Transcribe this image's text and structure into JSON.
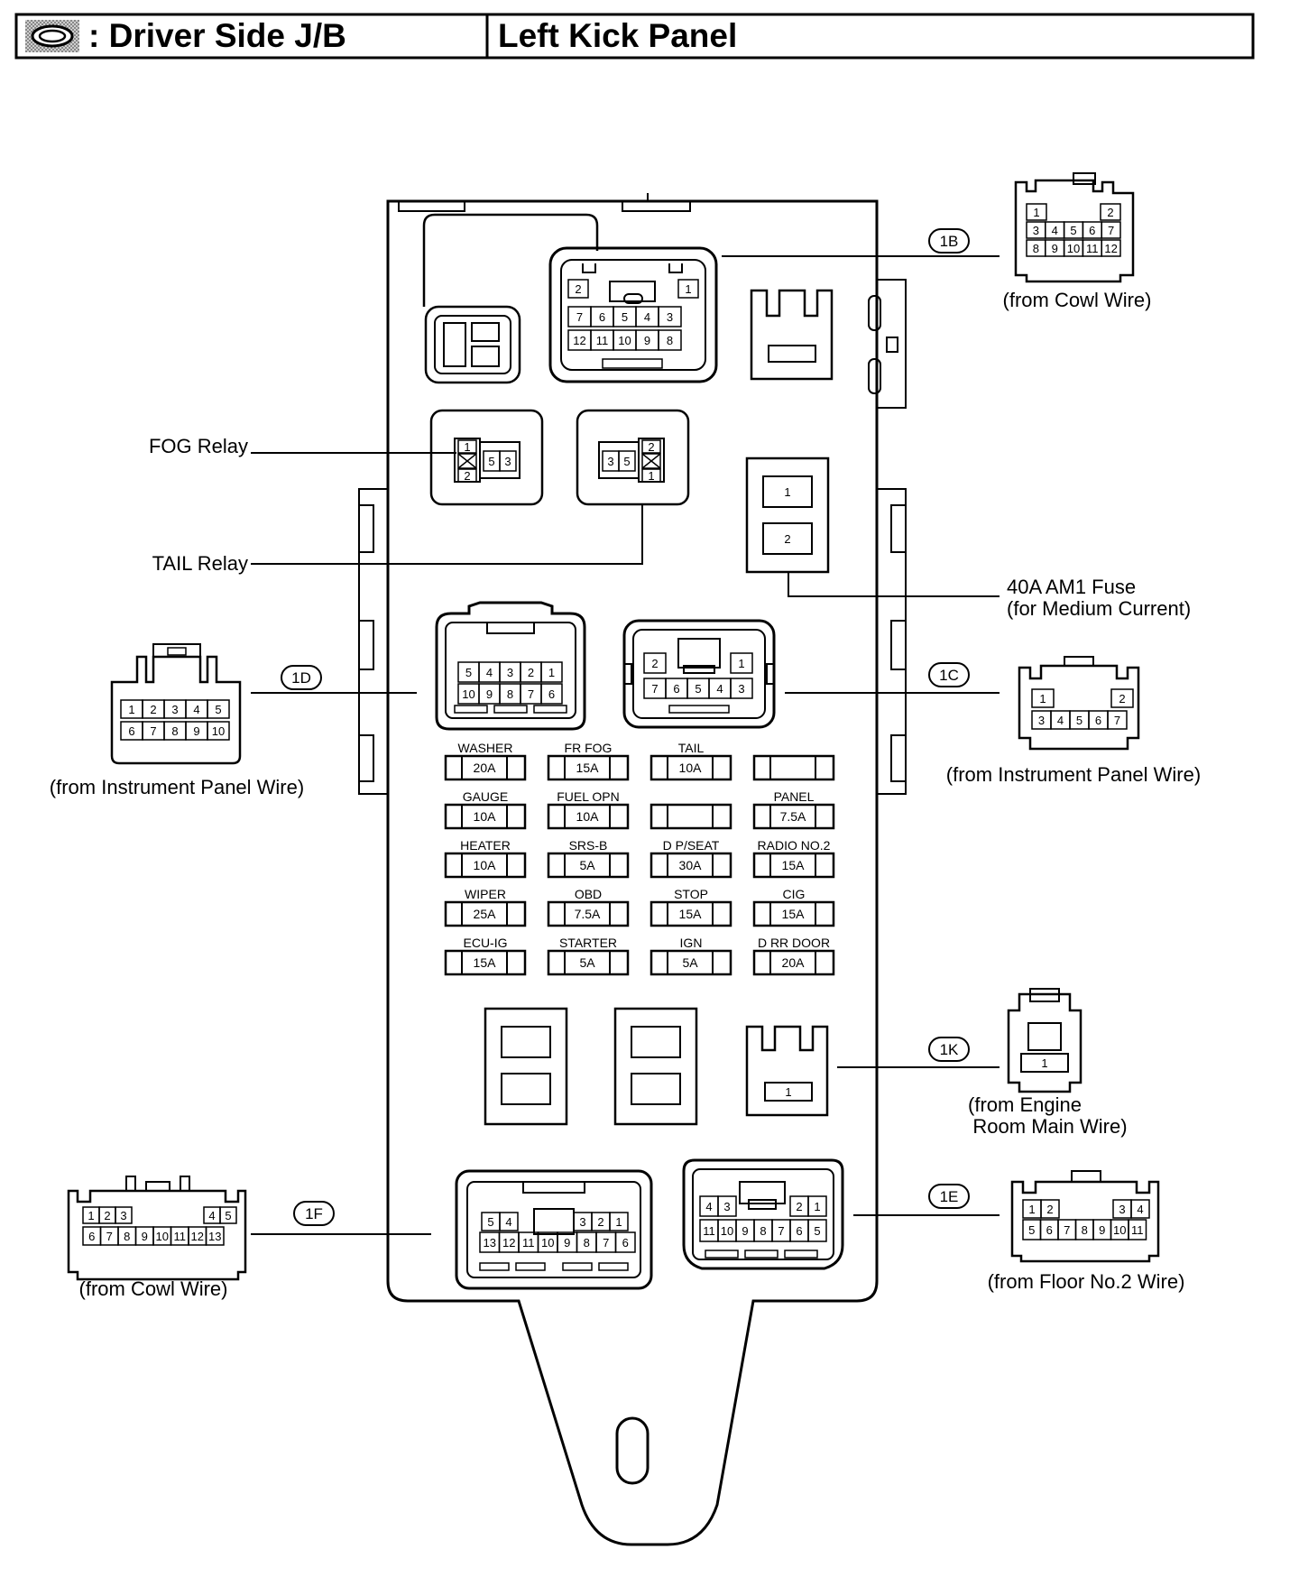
{
  "header": {
    "title": ": Driver Side J/B",
    "location": "Left Kick Panel"
  },
  "labels": {
    "fog_relay": "FOG Relay",
    "tail_relay": "TAIL Relay",
    "am1_fuse_line1": "40A AM1 Fuse",
    "am1_fuse_line2": "(for Medium Current)"
  },
  "connectors": {
    "c1B": {
      "code": "1B",
      "source": "(from Cowl Wire)"
    },
    "c1C": {
      "code": "1C",
      "source": "(from Instrument Panel Wire)"
    },
    "c1D": {
      "code": "1D",
      "source": "(from Instrument Panel Wire)"
    },
    "c1K": {
      "code": "1K",
      "source_line1": "(from Engine",
      "source_line2": "Room Main Wire)"
    },
    "c1E": {
      "code": "1E",
      "source": "(from Floor No.2 Wire)"
    },
    "c1F": {
      "code": "1F",
      "source": "(from Cowl Wire)"
    }
  },
  "fuses": [
    {
      "name": "WASHER",
      "amp": "20A"
    },
    {
      "name": "FR FOG",
      "amp": "15A"
    },
    {
      "name": "TAIL",
      "amp": "10A"
    },
    {
      "name": "",
      "amp": ""
    },
    {
      "name": "GAUGE",
      "amp": "10A"
    },
    {
      "name": "FUEL OPN",
      "amp": "10A"
    },
    {
      "name": "",
      "amp": ""
    },
    {
      "name": "PANEL",
      "amp": "7.5A"
    },
    {
      "name": "HEATER",
      "amp": "10A"
    },
    {
      "name": "SRS-B",
      "amp": "5A"
    },
    {
      "name": "D P/SEAT",
      "amp": "30A"
    },
    {
      "name": "RADIO NO.2",
      "amp": "15A"
    },
    {
      "name": "WIPER",
      "amp": "25A"
    },
    {
      "name": "OBD",
      "amp": "7.5A"
    },
    {
      "name": "STOP",
      "amp": "15A"
    },
    {
      "name": "CIG",
      "amp": "15A"
    },
    {
      "name": "ECU-IG",
      "amp": "15A"
    },
    {
      "name": "STARTER",
      "amp": "5A"
    },
    {
      "name": "IGN",
      "amp": "5A"
    },
    {
      "name": "D RR DOOR",
      "amp": "20A"
    }
  ],
  "pins": {
    "p1B_box_r1": [
      "2",
      "1"
    ],
    "p1B_box_r2": [
      "7",
      "6",
      "5",
      "4",
      "3"
    ],
    "p1B_box_r3": [
      "12",
      "11",
      "10",
      "9",
      "8"
    ],
    "p1B_ext_r1": [
      "1",
      "2"
    ],
    "p1B_ext_r2": [
      "3",
      "4",
      "5",
      "6",
      "7"
    ],
    "p1B_ext_r3": [
      "8",
      "9",
      "10",
      "11",
      "12"
    ],
    "fog_relay_pins": [
      "1",
      "2",
      "5",
      "3"
    ],
    "tail_relay_pins": [
      "3",
      "5",
      "2",
      "1"
    ],
    "am1_pins": [
      "1",
      "2"
    ],
    "p1D_box_r1": [
      "5",
      "4",
      "3",
      "2",
      "1"
    ],
    "p1D_box_r2": [
      "10",
      "9",
      "8",
      "7",
      "6"
    ],
    "p1D_ext_r1": [
      "1",
      "2",
      "3",
      "4",
      "5"
    ],
    "p1D_ext_r2": [
      "6",
      "7",
      "8",
      "9",
      "10"
    ],
    "p1C_box_r1": [
      "2",
      "1"
    ],
    "p1C_box_r2": [
      "7",
      "6",
      "5",
      "4",
      "3"
    ],
    "p1C_ext_r1": [
      "1",
      "2"
    ],
    "p1C_ext_r2": [
      "3",
      "4",
      "5",
      "6",
      "7"
    ],
    "p1K_box": [
      "1"
    ],
    "p1K_ext": [
      "1"
    ],
    "p1F_box_r1a": [
      "5",
      "4"
    ],
    "p1F_box_r1b": [
      "3",
      "2",
      "1"
    ],
    "p1F_box_r2": [
      "13",
      "12",
      "11",
      "10",
      "9",
      "8",
      "7",
      "6"
    ],
    "p1F_ext_r1a": [
      "1",
      "2",
      "3"
    ],
    "p1F_ext_r1b": [
      "4",
      "5"
    ],
    "p1F_ext_r2": [
      "6",
      "7",
      "8",
      "9",
      "10",
      "11",
      "12",
      "13"
    ],
    "p1E_box_r1a": [
      "4",
      "3"
    ],
    "p1E_box_r1b": [
      "2",
      "1"
    ],
    "p1E_box_r2": [
      "11",
      "10",
      "9",
      "8",
      "7",
      "6",
      "5"
    ],
    "p1E_ext_r1a": [
      "1",
      "2"
    ],
    "p1E_ext_r1b": [
      "3",
      "4"
    ],
    "p1E_ext_r2": [
      "5",
      "6",
      "7",
      "8",
      "9",
      "10",
      "11"
    ]
  },
  "colors": {
    "line": "#000000",
    "background": "#ffffff"
  }
}
